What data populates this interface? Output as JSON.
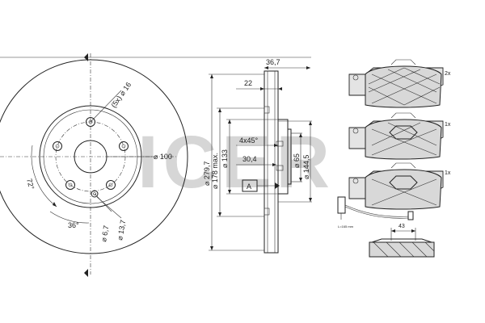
{
  "brand": {
    "logo_text": "ICER",
    "logo_color": "#cfcfcf"
  },
  "disc_front": {
    "bolt_circle_label": "(5x) ⌀ 16",
    "center_bore_label": "⌀ 100",
    "angle_72": "72°",
    "angle_36": "36°",
    "hole_a_label": "⌀ 6,7",
    "hole_b_label": "⌀ 13,7"
  },
  "disc_section": {
    "overall_height": "36,7",
    "thickness": "22",
    "diameter_outer": "⌀ 279,7",
    "diameter_max": "⌀ 178 max.",
    "diameter_hat": "⌀ 133",
    "chamfer": "4x45°",
    "hat_depth": "30,4",
    "diameter_inner": "⌀ 65",
    "diameter_bolt": "⌀ 144,5",
    "datum": "A"
  },
  "pads": {
    "qty_top": "2x",
    "qty_mid": "1x",
    "qty_bottom": "1x",
    "thickness_dim": "43",
    "sensor_note": "L=165 mm"
  }
}
